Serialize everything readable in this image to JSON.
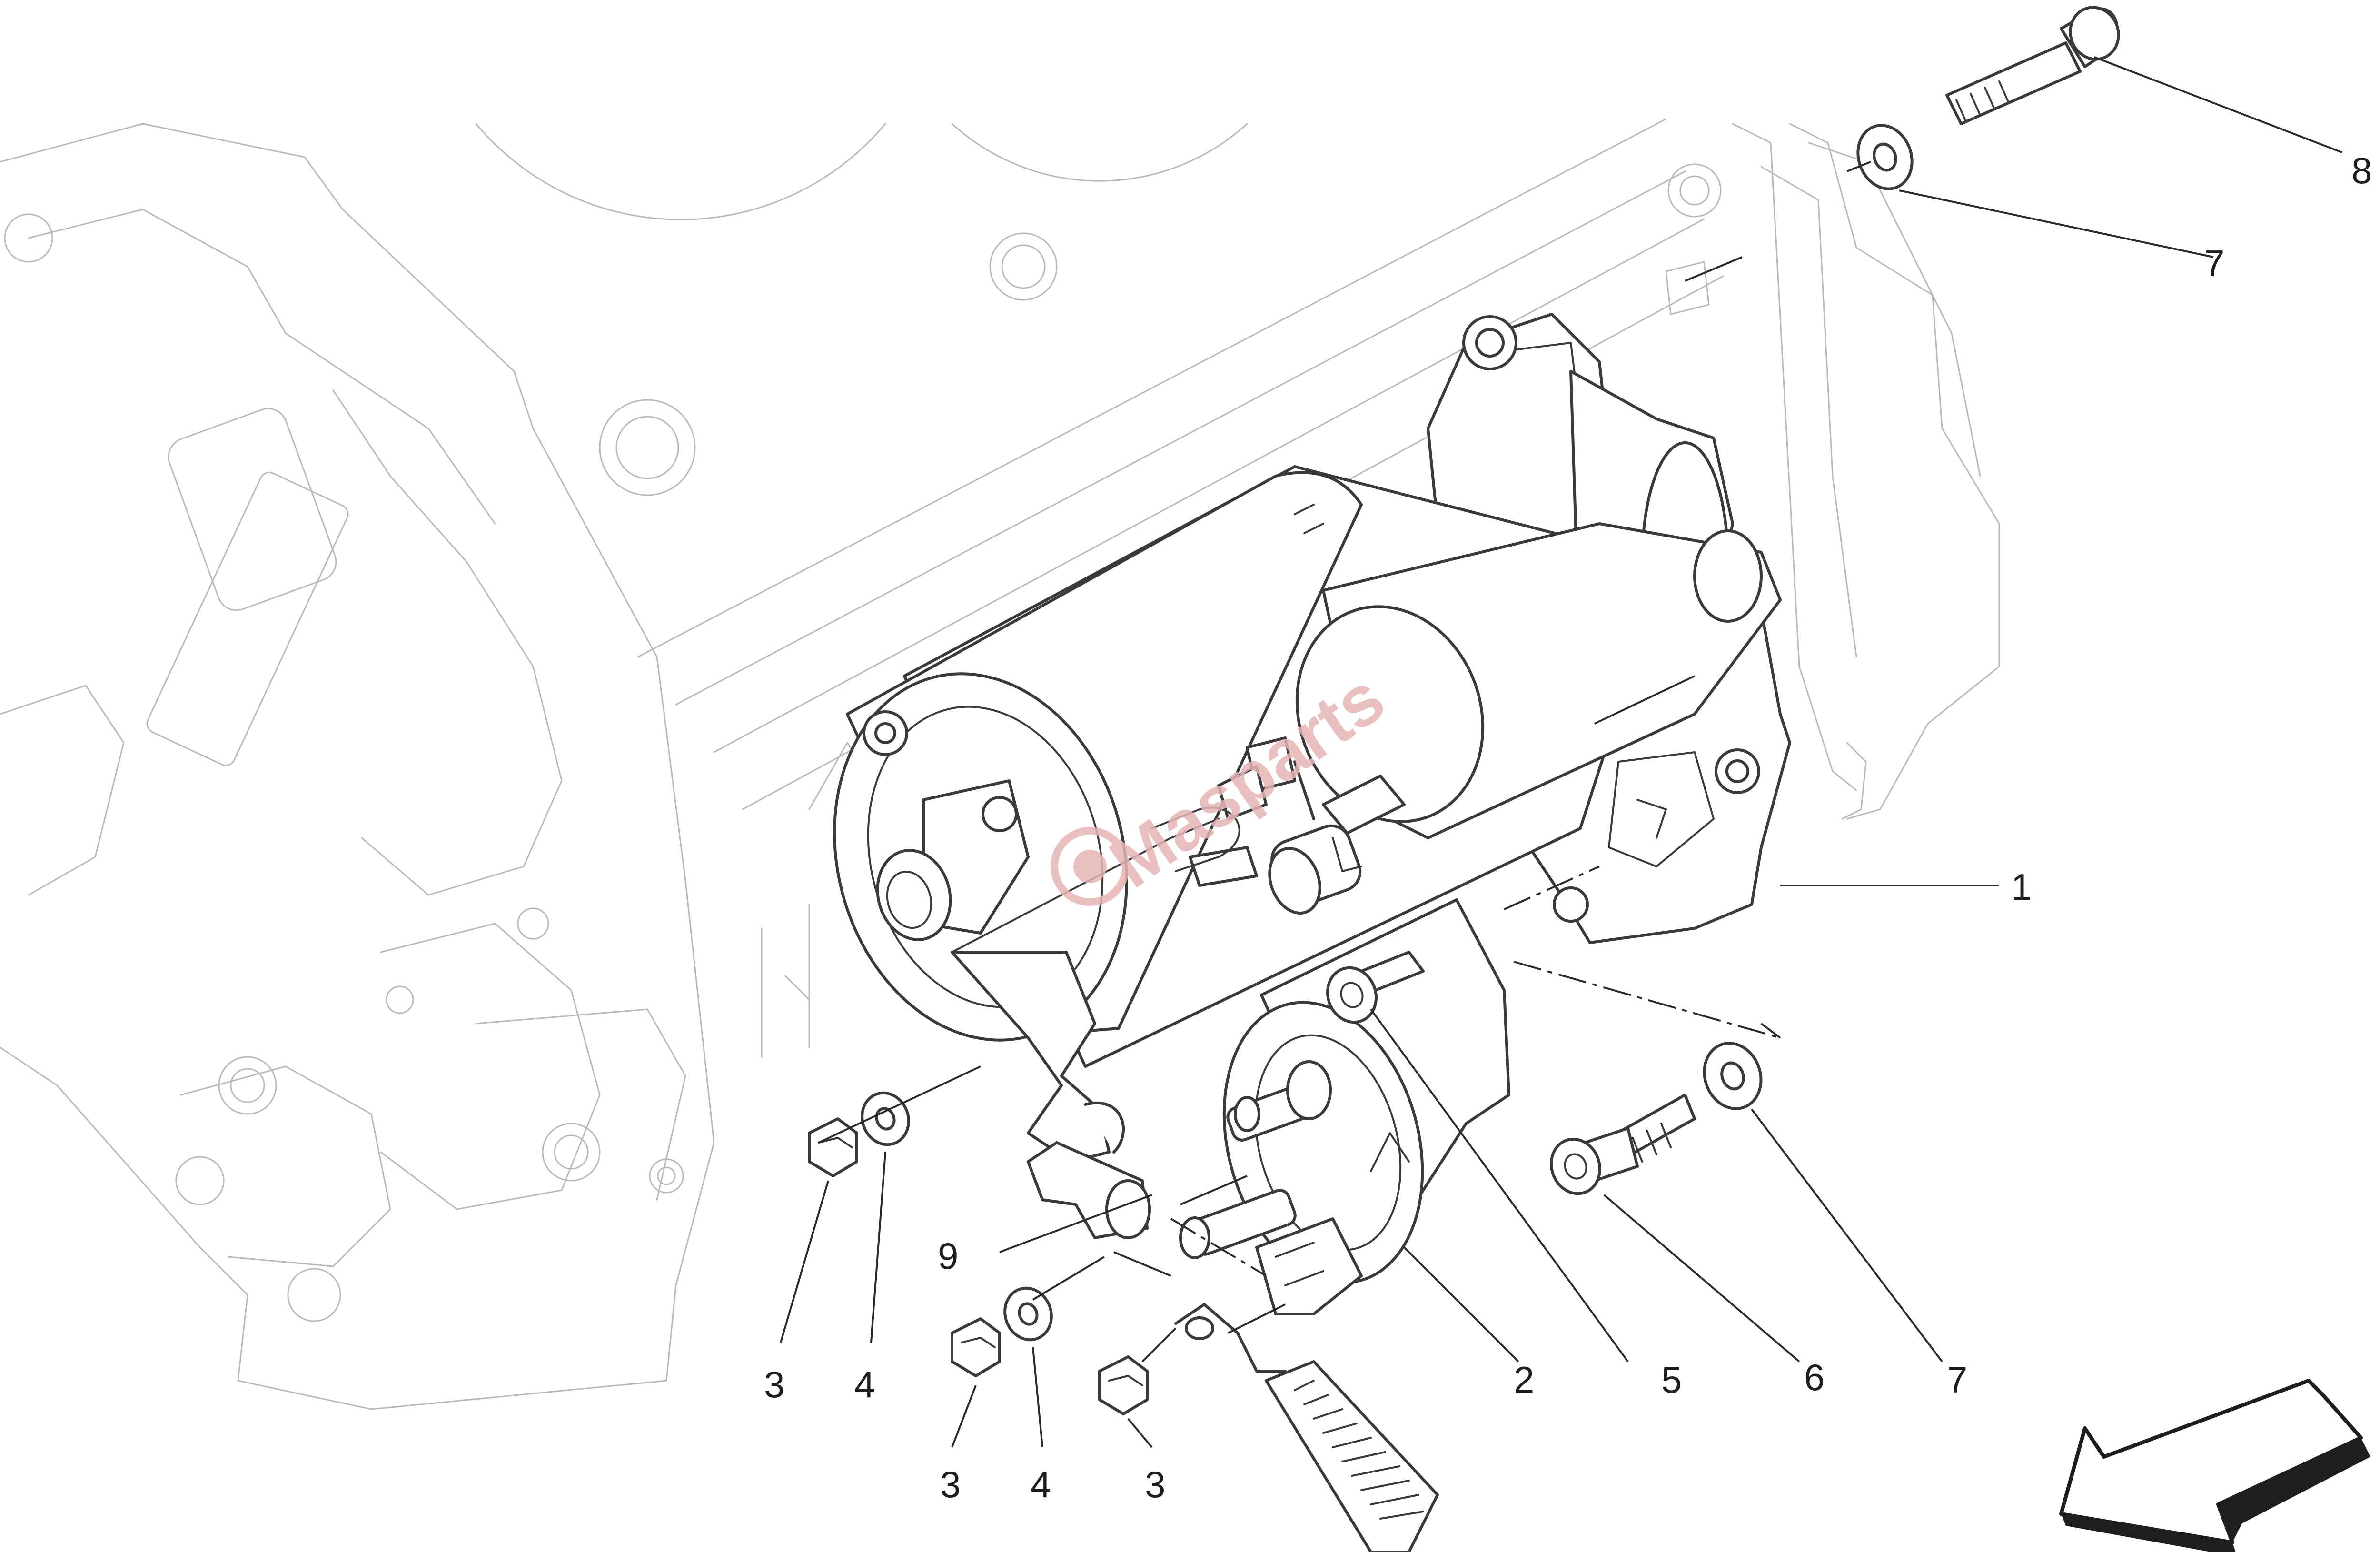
{
  "watermark": {
    "text": "Masparts",
    "color": "#e6b5b5"
  },
  "callouts": [
    {
      "id": "c1",
      "label": "1"
    },
    {
      "id": "c2",
      "label": "2"
    },
    {
      "id": "c3a",
      "label": "3"
    },
    {
      "id": "c3b",
      "label": "3"
    },
    {
      "id": "c3c",
      "label": "3"
    },
    {
      "id": "c4a",
      "label": "4"
    },
    {
      "id": "c4b",
      "label": "4"
    },
    {
      "id": "c5",
      "label": "5"
    },
    {
      "id": "c6",
      "label": "6"
    },
    {
      "id": "c7a",
      "label": "7"
    },
    {
      "id": "c7b",
      "label": "7"
    },
    {
      "id": "c8",
      "label": "8"
    },
    {
      "id": "c9",
      "label": "9"
    }
  ],
  "icons": {
    "direction": "direction-arrow-icon"
  }
}
